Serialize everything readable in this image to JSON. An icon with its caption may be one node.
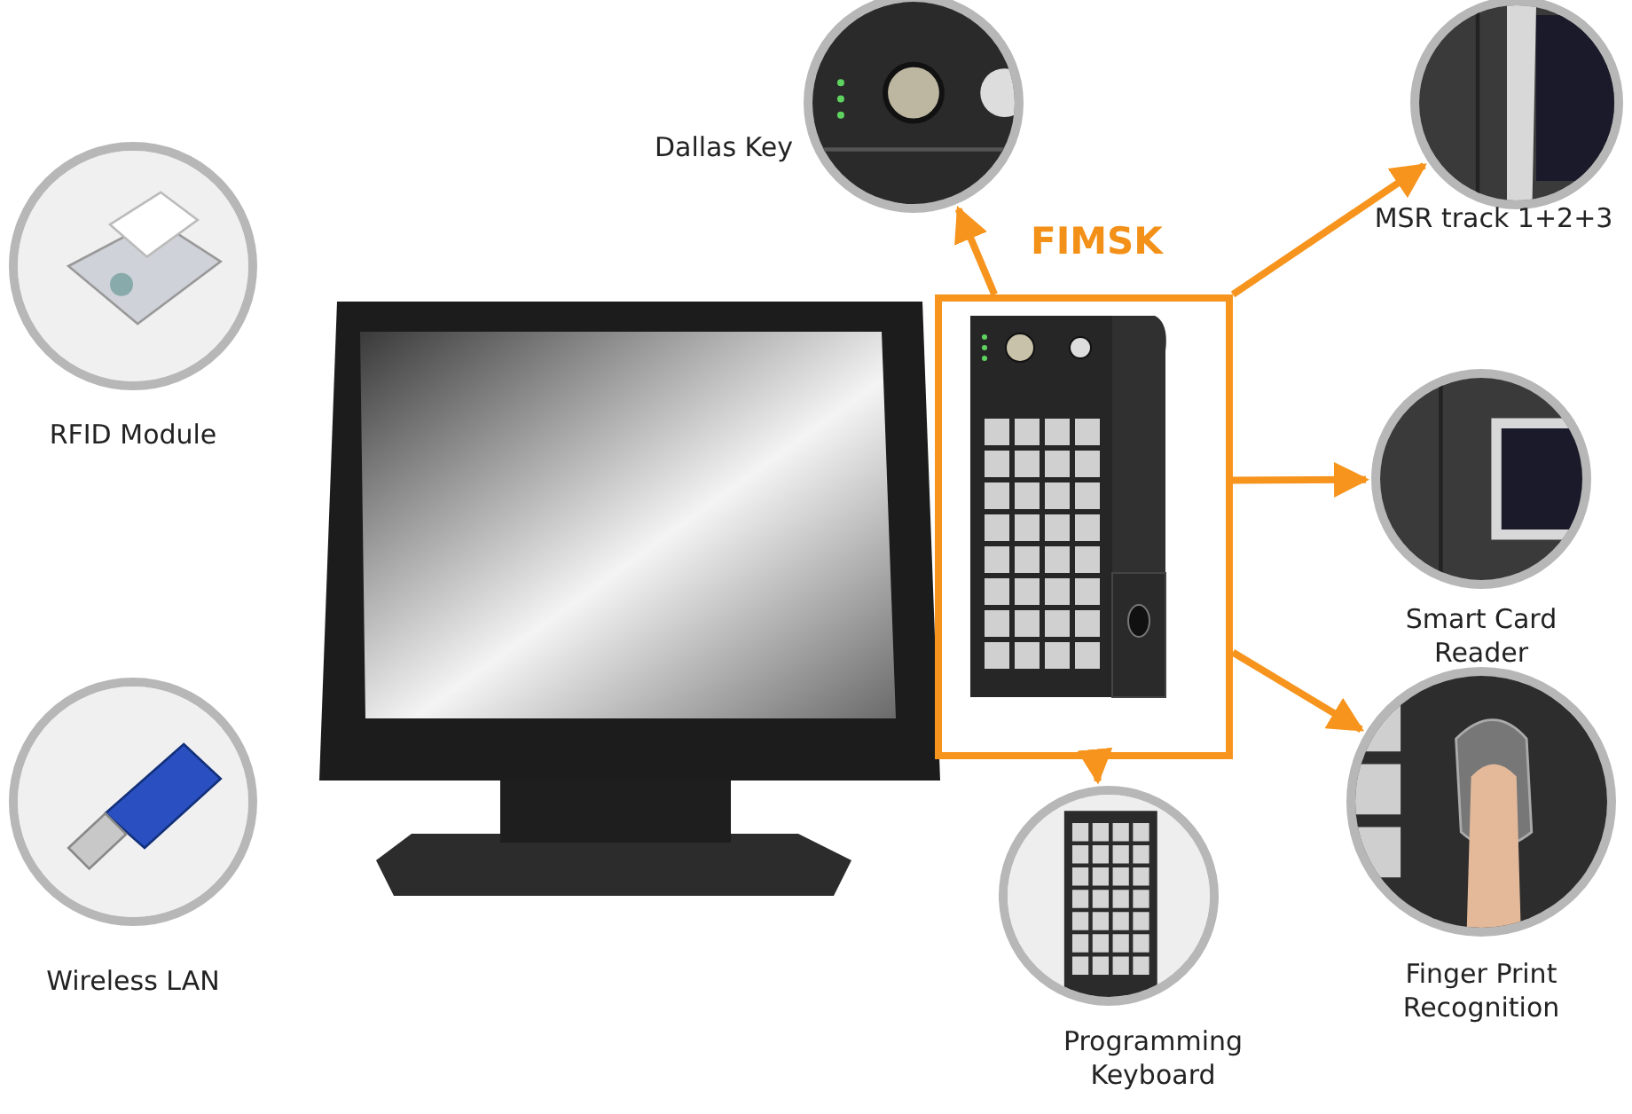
{
  "diagram": {
    "nodes": [
      {
        "text": [
          "FIMSK"
        ]
      },
      {
        "text": [
          "Dallas Key"
        ]
      },
      {
        "text": [
          "MSR track 1+2+3"
        ]
      },
      {
        "text": [
          "Smart Card Reader"
        ]
      },
      {
        "text": [
          "Finger Print Recognition"
        ]
      },
      {
        "text": [
          "Programming Keyboard"
        ]
      },
      {
        "text": [
          "RFID Module"
        ]
      },
      {
        "text": [
          "Wireless LAN"
        ]
      }
    ],
    "edges": [
      {
        "from": 0,
        "to": 1,
        "arrow": "to"
      },
      {
        "from": 0,
        "to": 2,
        "arrow": "to"
      },
      {
        "from": 0,
        "to": 3,
        "arrow": "to"
      },
      {
        "from": 0,
        "to": 4,
        "arrow": "to"
      },
      {
        "from": 0,
        "to": 5,
        "arrow": "to"
      }
    ]
  }
}
